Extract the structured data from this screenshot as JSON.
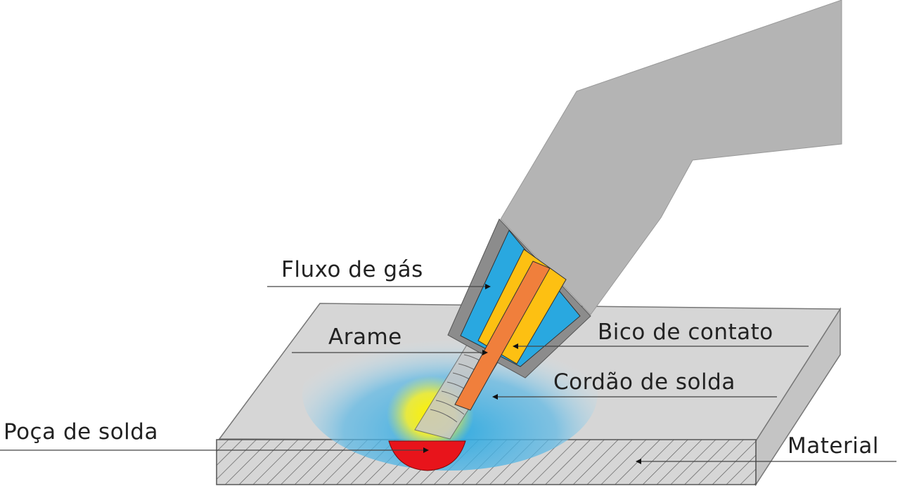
{
  "labels": {
    "gas_flow": "Fluxo de gás",
    "wire": "Arame",
    "contact_tip": "Bico de contato",
    "weld_bead": "Cordão de solda",
    "weld_pool": "Poça de solda",
    "material": "Material"
  },
  "colors": {
    "torch": "#b4b4b4",
    "nozzle": "#8c8c8c",
    "gas": "#29a8e0",
    "contact_tip": "#fdc012",
    "wire": "#f07f3c",
    "arc": "#fff200",
    "pool": "#e8141b",
    "plate": "#d4d4d4"
  }
}
